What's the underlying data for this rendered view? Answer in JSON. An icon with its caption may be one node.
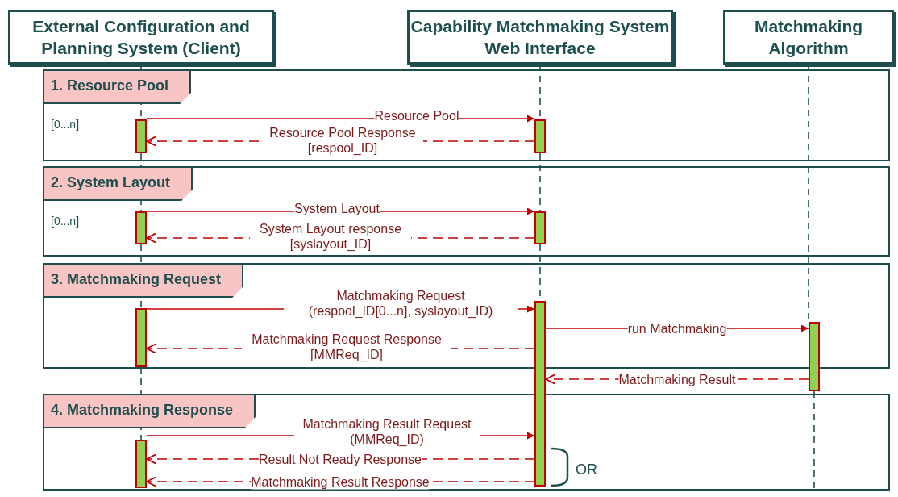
{
  "diagram": {
    "nodes": [
      {
        "text": [
          "External Configuration and Planning System (Client)"
        ]
      },
      {
        "text": [
          "Capability Matchmaking System Web Interface"
        ]
      },
      {
        "text": [
          "Matchmaking Algorithm"
        ]
      },
      {
        "text": [
          "1. Resource Pool",
          "[0...n]"
        ]
      },
      {
        "text": [],
        "shape": "bar",
        "in": 3
      },
      {
        "text": [],
        "shape": "bar",
        "in": 3
      },
      {
        "text": [
          "2. System Layout",
          "[0...n]"
        ]
      },
      {
        "text": [],
        "shape": "bar",
        "in": 6
      },
      {
        "text": [],
        "shape": "bar",
        "in": 6
      },
      {
        "text": [
          "3. Matchmaking Request"
        ]
      },
      {
        "text": [],
        "shape": "bar",
        "in": 9
      },
      {
        "text": [],
        "shape": "bar"
      },
      {
        "text": [],
        "shape": "bar"
      },
      {
        "text": [
          "4. Matchmaking Response"
        ]
      },
      {
        "text": [],
        "shape": "bar",
        "in": 13
      }
    ],
    "edges": [
      {
        "from": 0,
        "to": 4,
        "arrow": "none",
        "style": "dashed",
        "color": "#1f4e4f"
      },
      {
        "from": 4,
        "to": 7,
        "arrow": "none",
        "style": "dashed",
        "color": "#1f4e4f"
      },
      {
        "from": 7,
        "to": 10,
        "arrow": "none",
        "style": "dashed",
        "color": "#1f4e4f"
      },
      {
        "from": 10,
        "to": 14,
        "arrow": "none",
        "style": "dashed",
        "color": "#1f4e4f"
      },
      {
        "from": 1,
        "to": 5,
        "arrow": "none",
        "style": "dashed",
        "color": "#1f4e4f"
      },
      {
        "from": 5,
        "to": 8,
        "arrow": "none",
        "style": "dashed",
        "color": "#1f4e4f"
      },
      {
        "from": 8,
        "to": 11,
        "arrow": "none",
        "style": "dashed",
        "color": "#1f4e4f"
      },
      {
        "from": 2,
        "to": 12,
        "arrow": "none",
        "style": "dashed",
        "color": "#1f4e4f"
      },
      {
        "from": 12,
        "to": 13,
        "arrow": "none",
        "style": "dashed",
        "color": "#1f4e4f"
      },
      {
        "from": 4,
        "to": 5,
        "arrow": "to",
        "label": "Resource Pool"
      },
      {
        "from": 5,
        "to": 4,
        "arrow": "to",
        "label": "Resource Pool Response [respool_ID]",
        "style": "dashed"
      },
      {
        "from": 7,
        "to": 8,
        "arrow": "to",
        "label": "System Layout"
      },
      {
        "from": 8,
        "to": 7,
        "arrow": "to",
        "label": "System Layout response [syslayout_ID]",
        "style": "dashed"
      },
      {
        "from": 10,
        "to": 11,
        "arrow": "to",
        "label": "Matchmaking Request (respool_ID[0...n], syslayout_ID)"
      },
      {
        "from": 11,
        "to": 12,
        "arrow": "to",
        "label": "run Matchmaking"
      },
      {
        "from": 11,
        "to": 10,
        "arrow": "to",
        "label": "Matchmaking Request Response [MMReq_ID]",
        "style": "dashed"
      },
      {
        "from": 12,
        "to": 11,
        "arrow": "to",
        "label": "Matchmaking Result",
        "style": "dashed"
      },
      {
        "from": 14,
        "to": 11,
        "arrow": "to",
        "label": "Matchmaking Result Request (MMReq_ID)"
      },
      {
        "from": 11,
        "to": 14,
        "arrow": "to",
        "label": "Result Not Ready Response",
        "style": "dashed"
      },
      {
        "from": 11,
        "to": 14,
        "arrow": "to",
        "label": "Matchmaking Result Response",
        "style": "dashed"
      }
    ],
    "labels": [
      "OR"
    ]
  }
}
